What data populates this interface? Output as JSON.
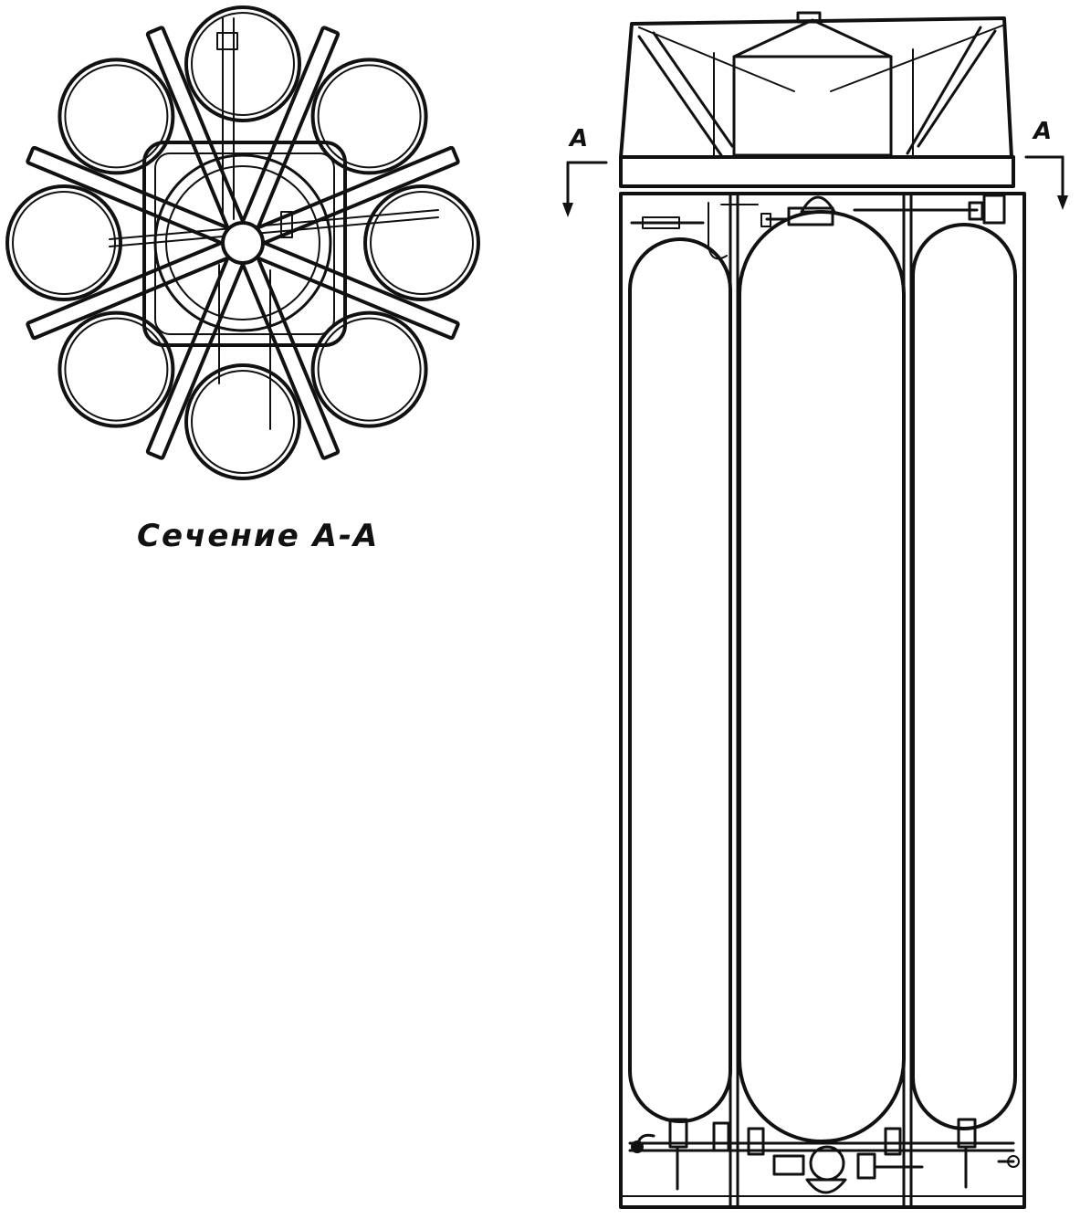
{
  "section_view": {
    "caption": "Сечение А-А",
    "cylinder_count": 8,
    "strut_count": 8
  },
  "elevation_view": {
    "section_marker_left": "А",
    "section_marker_right": "А",
    "tank_count": 3
  },
  "colors": {
    "ink": "#111111",
    "paper": "#ffffff"
  }
}
